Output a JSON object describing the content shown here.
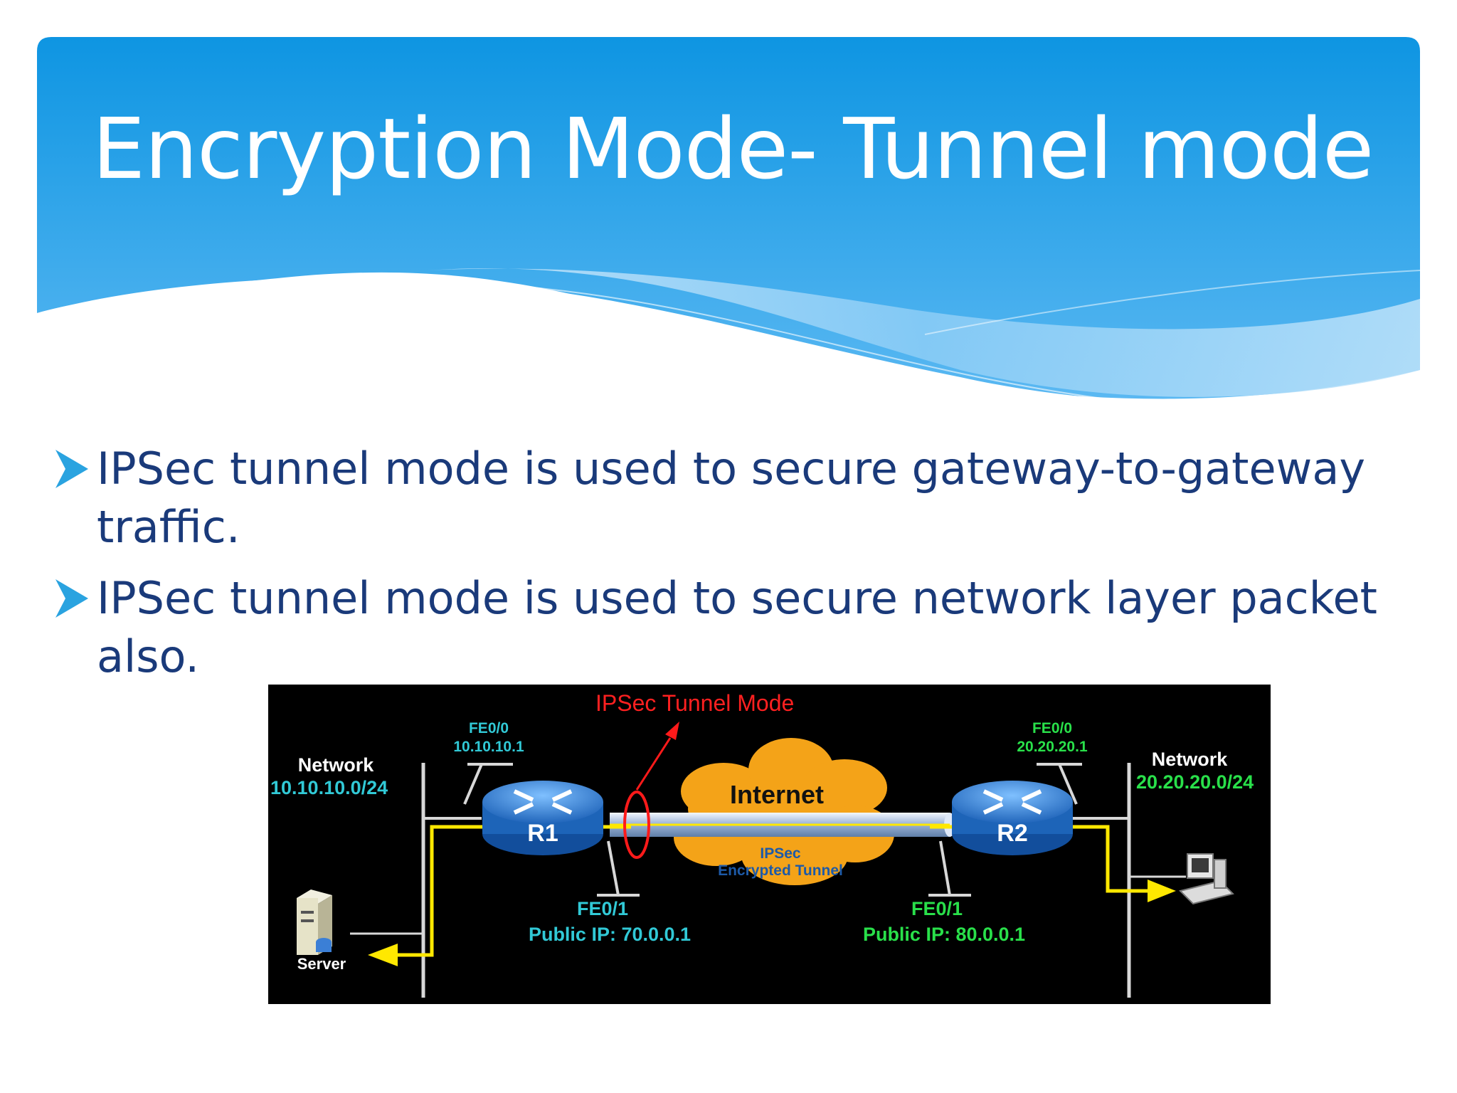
{
  "slide": {
    "title": "Encryption Mode- Tunnel mode",
    "bullets": [
      {
        "line1": "IPSec tunnel mode is used to secure gateway-to-gateway",
        "line2": "traffic."
      },
      {
        "line1": "IPSec tunnel mode is used to secure network layer packet also."
      }
    ]
  },
  "diagram": {
    "title": "IPSec Tunnel Mode",
    "left_network": {
      "label": "Network",
      "subnet": "10.10.10.0/24"
    },
    "right_network": {
      "label": "Network",
      "subnet": "20.20.20.0/24"
    },
    "r1": {
      "name": "R1",
      "fe00": "FE0/0",
      "fe00_ip": "10.10.10.1",
      "fe01": "FE0/1",
      "public_ip": "Public IP: 70.0.0.1"
    },
    "r2": {
      "name": "R2",
      "fe00": "FE0/0",
      "fe00_ip": "20.20.20.1",
      "fe01": "FE0/1",
      "public_ip": "Public IP: 80.0.0.1"
    },
    "cloud": {
      "label": "Internet",
      "tunnel_line1": "IPSec",
      "tunnel_line2": "Encrypted Tunnel"
    },
    "server_label": "Server"
  },
  "colors": {
    "header": "#1a9be6",
    "bullet_text": "#1a3a7a",
    "bullet_arrow": "#2aa3e0",
    "subnet_left": "#31c9d6",
    "subnet_right": "#29e04a",
    "tunnel_title": "#ff2020"
  }
}
